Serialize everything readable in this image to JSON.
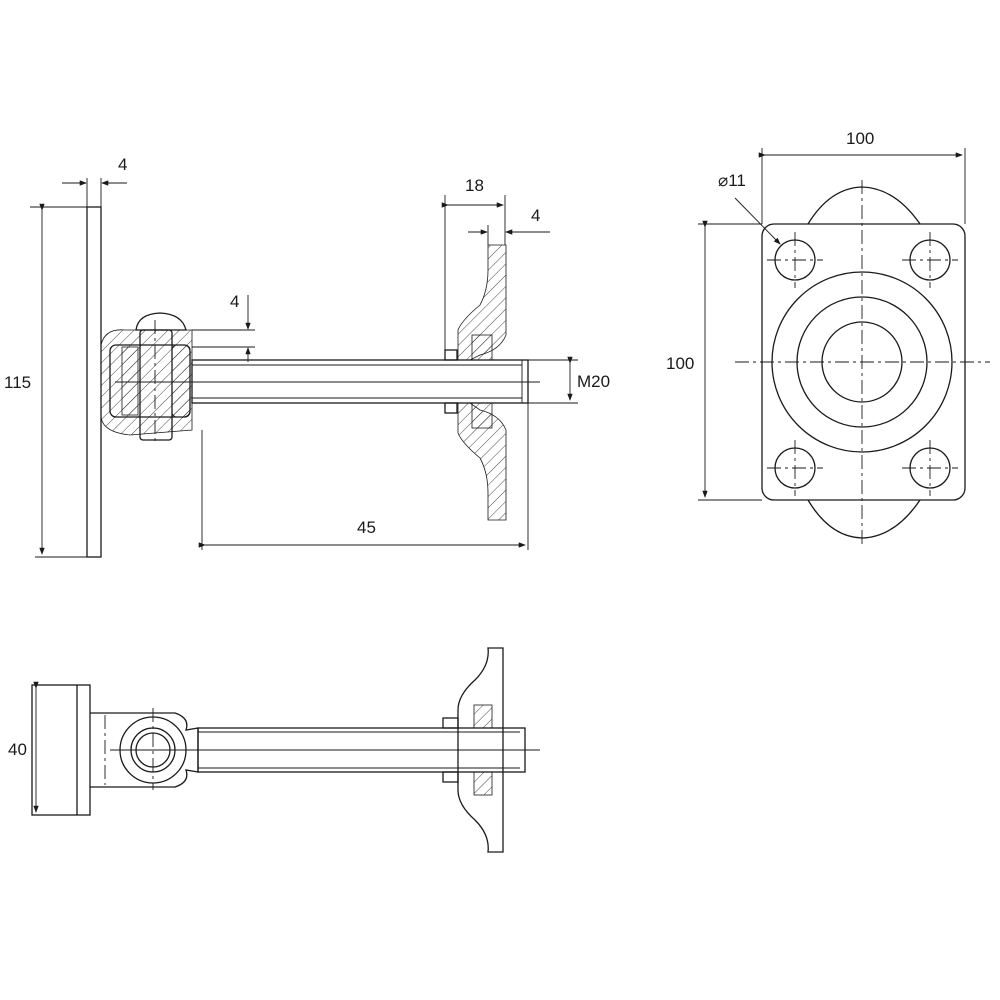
{
  "drawing": {
    "side_view": {
      "plate_thickness": "4",
      "height": "115",
      "pin_offset": "4",
      "length": "45",
      "bracket_depth": "18",
      "bracket_thickness": "4",
      "thread": "M20"
    },
    "front_view": {
      "width": "100",
      "height": "100",
      "hole_diameter": "⌀11"
    },
    "top_view": {
      "plate_width": "40"
    },
    "line_color": "#1a1a1a"
  }
}
